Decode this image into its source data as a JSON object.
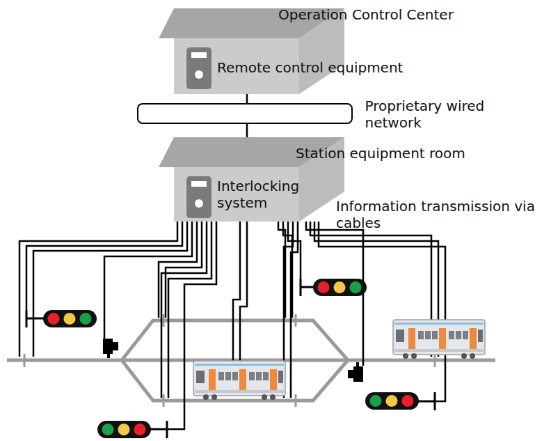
{
  "diagram": {
    "nodes": [
      {
        "text": [
          "Operation Control Center",
          "Remote control equipment"
        ]
      },
      {
        "text": [
          "Proprietary wired network"
        ]
      },
      {
        "text": [
          "Station equipment room",
          "Interlocking system"
        ]
      }
    ],
    "edges": [
      {
        "from": 0,
        "to": 1,
        "arrow": "none"
      },
      {
        "from": 1,
        "to": 2,
        "arrow": "none"
      }
    ],
    "labels": [
      "Information transmission via cables"
    ]
  }
}
